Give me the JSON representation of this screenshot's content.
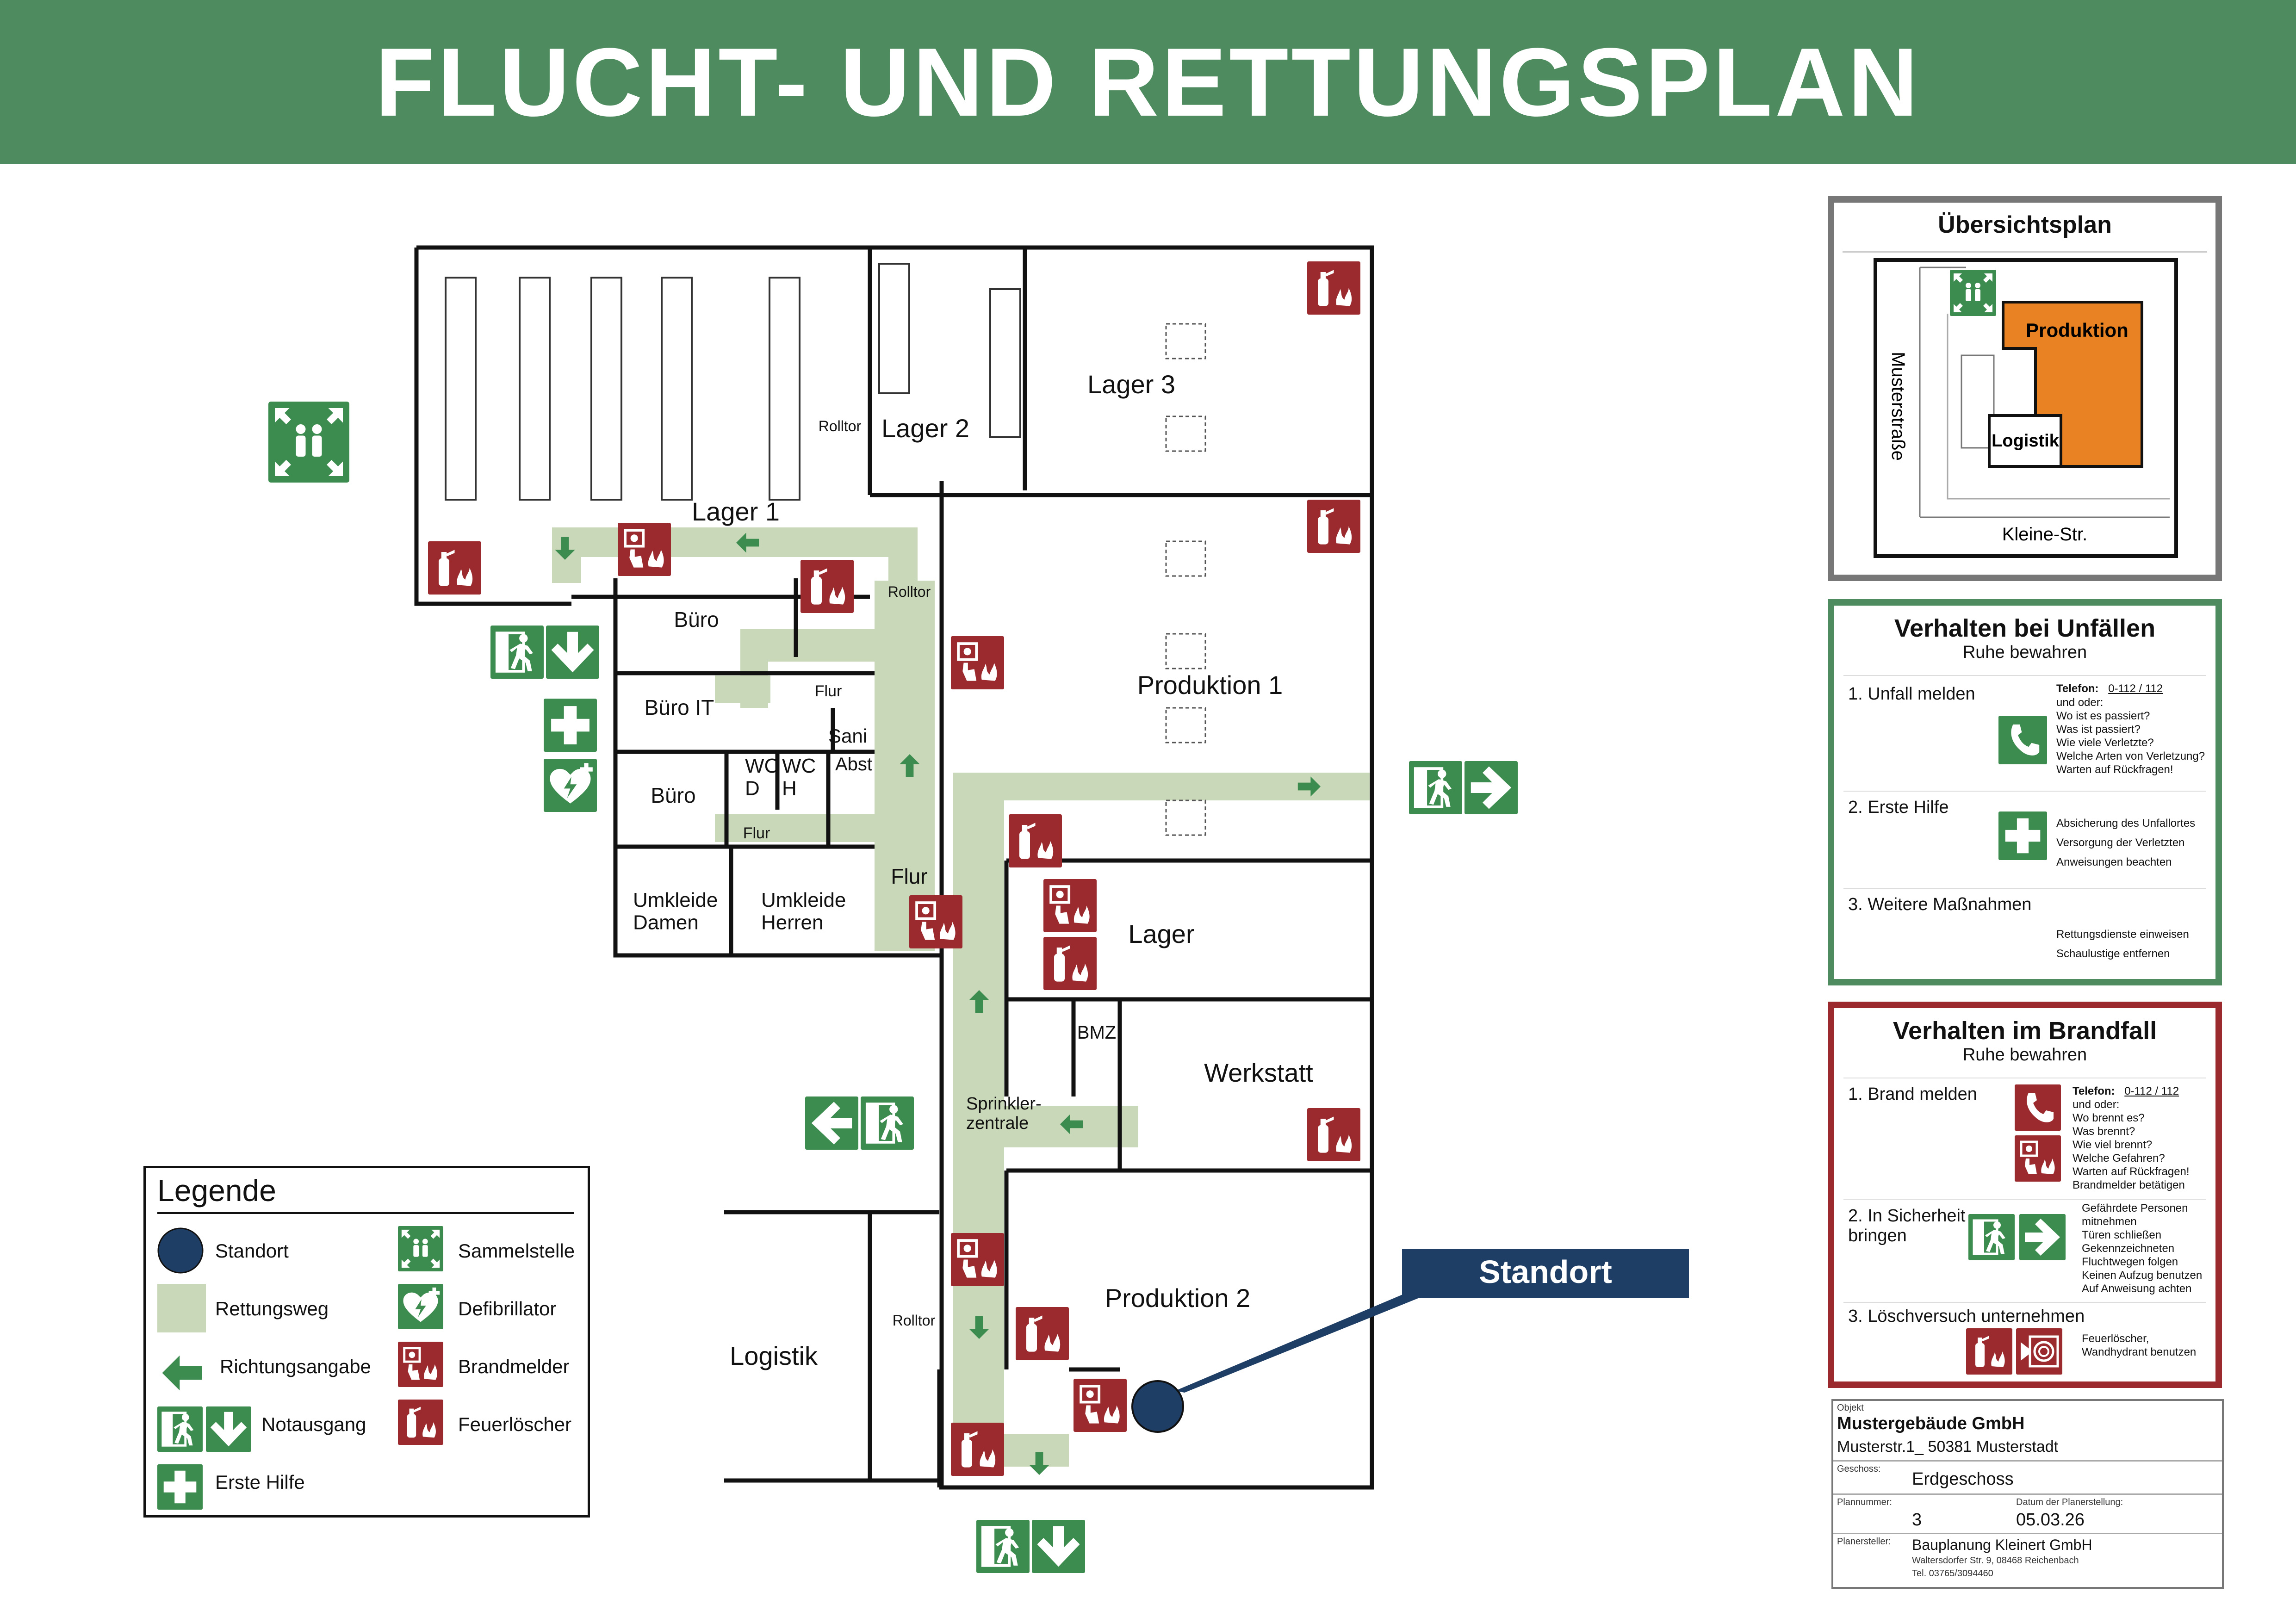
{
  "title": "FLUCHT- UND RETTUNGSPLAN",
  "colors": {
    "banner": "#4e8c5f",
    "route": "#c9d8b8",
    "fire": "#9b2a2e",
    "safety": "#3d8c4f",
    "standort": "#1f3e66",
    "produktion_overview": "#e88222"
  },
  "rooms": {
    "lager1": "Lager 1",
    "lager2": "Lager 2",
    "lager3": "Lager 3",
    "produktion1": "Produktion 1",
    "produktion2": "Produktion 2",
    "buero1": "Büro",
    "buero_it": "Büro IT",
    "buero2": "Büro",
    "wc_d": "WC D",
    "wc_h": "WC H",
    "sani": "Sani",
    "abst": "Abst",
    "flur_small1": "Flur",
    "flur_small2": "Flur",
    "flur_main": "Flur",
    "umkleide_damen": "Umkleide Damen",
    "umkleide_herren": "Umkleide Herren",
    "lager": "Lager",
    "bmz": "BMZ",
    "werkstatt": "Werkstatt",
    "sprinkler": "Sprinkler- zentrale",
    "logistik": "Logistik",
    "rolltor1": "Rolltor",
    "rolltor2": "Rolltor",
    "rolltor3": "Rolltor"
  },
  "standort_label": "Standort",
  "legend": {
    "title": "Legende",
    "items": [
      "Standort",
      "Rettungsweg",
      "Richtungsangabe",
      "Notausgang",
      "Erste Hilfe",
      "Sammelstelle",
      "Defibrillator",
      "Brandmelder",
      "Feuerlöscher"
    ]
  },
  "overview": {
    "title": "Übersichtsplan",
    "produktion": "Produktion",
    "logistik": "Logistik",
    "street_vertical": "Musterstraße",
    "street_horizontal": "Kleine-Str."
  },
  "accidents": {
    "title": "Verhalten bei Unfällen",
    "subtitle": "Ruhe bewahren",
    "step1": "1. Unfall melden",
    "phone_label": "Telefon:",
    "phone": "0-112 / 112",
    "step1_lines": [
      "und oder:",
      "Wo ist es passiert?",
      "Was ist passiert?",
      "Wie viele Verletzte?",
      "Welche Arten von Verletzung?",
      "Warten auf Rückfragen!"
    ],
    "step2": "2. Erste Hilfe",
    "step2_lines": [
      "Absicherung des Unfallortes",
      "Versorgung der Verletzten",
      "Anweisungen beachten"
    ],
    "step3": "3. Weitere Maßnahmen",
    "step3_lines": [
      "Rettungsdienste einweisen",
      "Schaulustige entfernen"
    ]
  },
  "fire": {
    "title": "Verhalten im Brandfall",
    "subtitle": "Ruhe bewahren",
    "step1": "1. Brand melden",
    "phone_label": "Telefon:",
    "phone": "0-112 / 112",
    "step1_lines": [
      "und oder:",
      "Wo brennt es?",
      "Was brennt?",
      "Wie viel brennt?",
      "Welche Gefahren?",
      "Warten auf Rückfragen!",
      "Brandmelder betätigen"
    ],
    "step2": "2. In Sicherheit bringen",
    "step2_lines": [
      "Gefährdete Personen",
      "mitnehmen",
      "Türen schließen",
      "Gekennzeichneten",
      "Fluchtwegen folgen",
      "Keinen Aufzug benutzen",
      "Auf Anweisung achten"
    ],
    "step3": "3. Löschversuch unternehmen",
    "step3_lines": [
      "Feuerlöscher,",
      "Wandhydrant benutzen"
    ]
  },
  "titleblock": {
    "objekt_label": "Objekt",
    "company": "Mustergebäude GmbH",
    "address": "Musterstr.1_ 50381 Musterstadt",
    "geschoss_label": "Geschoss:",
    "geschoss": "Erdgeschoss",
    "plannummer_label": "Plannummer:",
    "plannummer": "3",
    "datum_label": "Datum der Planerstellung:",
    "datum": "05.03.26",
    "planersteller_label": "Planersteller:",
    "planersteller": "Bauplanung Kleinert GmbH",
    "planersteller_address": "Waltersdorfer Str. 9, 08468 Reichenbach",
    "planersteller_tel": "Tel. 03765/3094460"
  }
}
